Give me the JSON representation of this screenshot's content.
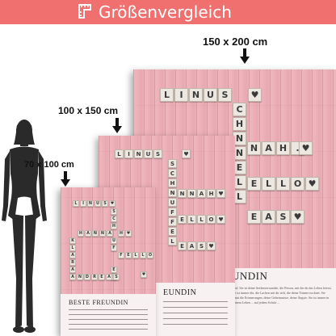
{
  "header": {
    "title": "Größenvergleich",
    "icon": "ruler-icon",
    "background_color": "#f07070"
  },
  "sizes": {
    "large": "150 x 200 cm",
    "medium": "100 x 150 cm",
    "small": "70 x 100 cm"
  },
  "posters": {
    "large_title": "UNDIN",
    "medium_title": "EUNDIN",
    "small_title": "BESTE FREUNDIN",
    "large_text": "Sind. Sie ist deine Seelenverwandte, die Person, mit der du das Leben feierst. Sie ist immer die, die Lachen mit dir teilt, die deine Tränen trocknet. Sie kennt die Erinnerungen, deine Geheimnisse, deine Ängste. Sie ist immer in deinem Leben ... auf jedem Schritt ..."
  },
  "crossword_words": {
    "large": [
      "LINUS",
      "SCHNELL",
      "HANNAH",
      "ELLO",
      "EAS"
    ],
    "medium": [
      "LINUS",
      "SCHNUFFEL",
      "HANNAH",
      "FELLO",
      "EAS"
    ],
    "small": [
      "LINUS",
      "SCHNUFFEL",
      "HANNAH",
      "FELLO",
      "KLARA",
      "ANDREAS"
    ]
  },
  "colors": {
    "poster_pink": "#edb0b8",
    "tile": "#ece7e0",
    "text_area": "#f7f2f1"
  }
}
